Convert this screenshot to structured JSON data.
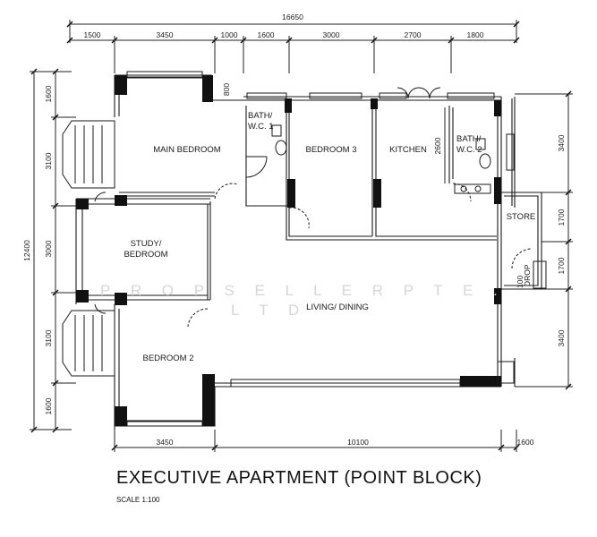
{
  "title": "EXECUTIVE APARTMENT (POINT BLOCK)",
  "scale": "SCALE 1:100",
  "watermark_line1": "P R O P S E L L E R  P T E .",
  "watermark_line2": "L T D",
  "rooms": {
    "main_bedroom": "MAIN BEDROOM",
    "bath1_a": "BATH/",
    "bath1_b": "W.C. 1",
    "bedroom3": "BEDROOM 3",
    "kitchen": "KITCHEN",
    "bath2_a": "BATH/",
    "bath2_b": "W.C. 2",
    "store": "STORE",
    "study_a": "STUDY/",
    "study_b": "BEDROOM",
    "living": "LIVING/ DINING",
    "bedroom2": "BEDROOM 2",
    "drop": "DROP",
    "drop_dim": "100"
  },
  "dims_top": {
    "overall": "16650",
    "d1": "1500",
    "d2": "3450",
    "d3": "1000",
    "d4": "1600",
    "d5": "3000",
    "d6": "2700",
    "d7": "1800",
    "d8": "800"
  },
  "dims_bottom": {
    "d1": "3450",
    "d2": "10100",
    "d3": "1600"
  },
  "dims_left": {
    "overall": "12400",
    "d1": "1600",
    "d2": "3100",
    "d3": "3000",
    "d4": "3100",
    "d5": "1600"
  },
  "dims_right": {
    "d1": "3400",
    "d2": "1700",
    "d3": "1700",
    "d4": "3400"
  },
  "dim_kitchen": "2600"
}
